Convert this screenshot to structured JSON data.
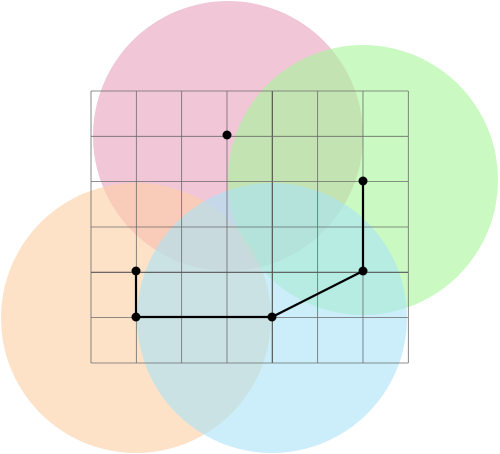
{
  "diagram": {
    "circles": [
      {
        "id": "pink",
        "color": "#e8a1bd",
        "opacity": 0.6
      },
      {
        "id": "green",
        "color": "#a7f59a",
        "opacity": 0.6
      },
      {
        "id": "orange",
        "color": "#fdcfa3",
        "opacity": 0.6
      },
      {
        "id": "blue",
        "color": "#a8e2f6",
        "opacity": 0.6
      }
    ],
    "grid": {
      "columns": 7,
      "rows": 6,
      "line_color": "#6b6b6b",
      "emphasis_line_color": "#555555"
    },
    "path": {
      "color": "#000000"
    },
    "points": [
      {
        "id": "p1"
      },
      {
        "id": "p2"
      },
      {
        "id": "p3"
      },
      {
        "id": "p4"
      },
      {
        "id": "p5"
      },
      {
        "id": "p6"
      }
    ]
  }
}
